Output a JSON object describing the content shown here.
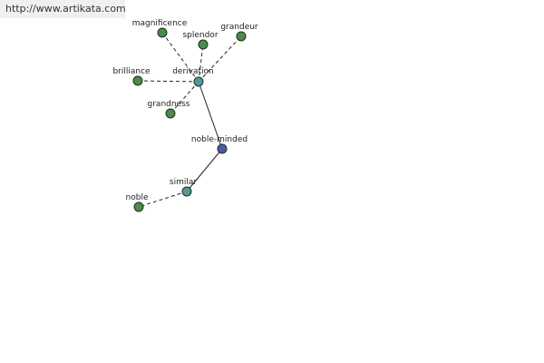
{
  "url_banner": "http://www.artikata.com",
  "colors": {
    "leaf": "#4b8b4b",
    "hub": "#4f9a9a",
    "center": "#4a5ca8"
  },
  "diagram": {
    "nodes": [
      {
        "id": "magnificence",
        "label": "magnificence",
        "kind": "leaf"
      },
      {
        "id": "splendor",
        "label": "splendor",
        "kind": "leaf"
      },
      {
        "id": "grandeur",
        "label": "grandeur",
        "kind": "leaf"
      },
      {
        "id": "brilliance",
        "label": "brilliance",
        "kind": "leaf"
      },
      {
        "id": "derivation",
        "label": "derivation",
        "kind": "hub"
      },
      {
        "id": "grandness",
        "label": "grandness",
        "kind": "leaf"
      },
      {
        "id": "noble-minded",
        "label": "noble-minded",
        "kind": "center"
      },
      {
        "id": "similar",
        "label": "similar",
        "kind": "hub"
      },
      {
        "id": "noble",
        "label": "noble",
        "kind": "leaf"
      }
    ],
    "edges": [
      {
        "from": "derivation",
        "to": "magnificence",
        "style": "dashed"
      },
      {
        "from": "derivation",
        "to": "splendor",
        "style": "dashed"
      },
      {
        "from": "derivation",
        "to": "grandeur",
        "style": "dashed"
      },
      {
        "from": "derivation",
        "to": "brilliance",
        "style": "dashed"
      },
      {
        "from": "derivation",
        "to": "grandness",
        "style": "dashed"
      },
      {
        "from": "derivation",
        "to": "noble-minded",
        "style": "solid"
      },
      {
        "from": "noble-minded",
        "to": "similar",
        "style": "solid"
      },
      {
        "from": "similar",
        "to": "noble",
        "style": "dashed"
      }
    ]
  }
}
